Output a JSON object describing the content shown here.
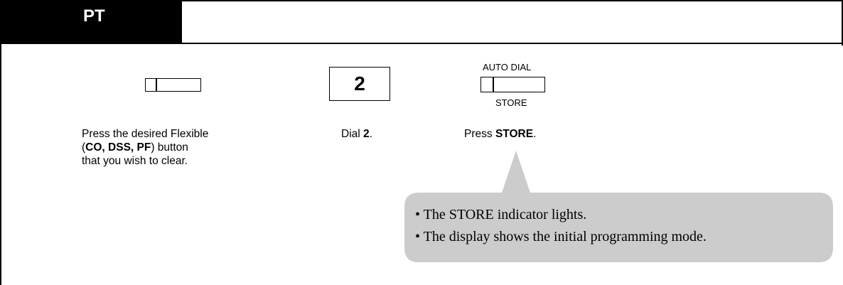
{
  "header": {
    "title": "PT"
  },
  "steps": [
    {
      "visual": "flexible-button",
      "caption_pre": "Press the desired Flexible",
      "caption_open": "(",
      "caption_bold": "CO, DSS, PF",
      "caption_close": ") button",
      "caption_post": "that you wish to clear."
    },
    {
      "visual": "dial-key",
      "key": "2",
      "caption_pre": "Dial ",
      "caption_bold": "2",
      "caption_post": "."
    },
    {
      "visual": "store-button",
      "top_label": "AUTO DIAL",
      "bottom_label": "STORE",
      "caption_pre": "Press ",
      "caption_bold": "STORE",
      "caption_post": "."
    }
  ],
  "callout": {
    "bullet": "•",
    "notes": [
      "The STORE indicator lights.",
      "The display shows the initial programming mode."
    ],
    "color": "#cccccc"
  }
}
